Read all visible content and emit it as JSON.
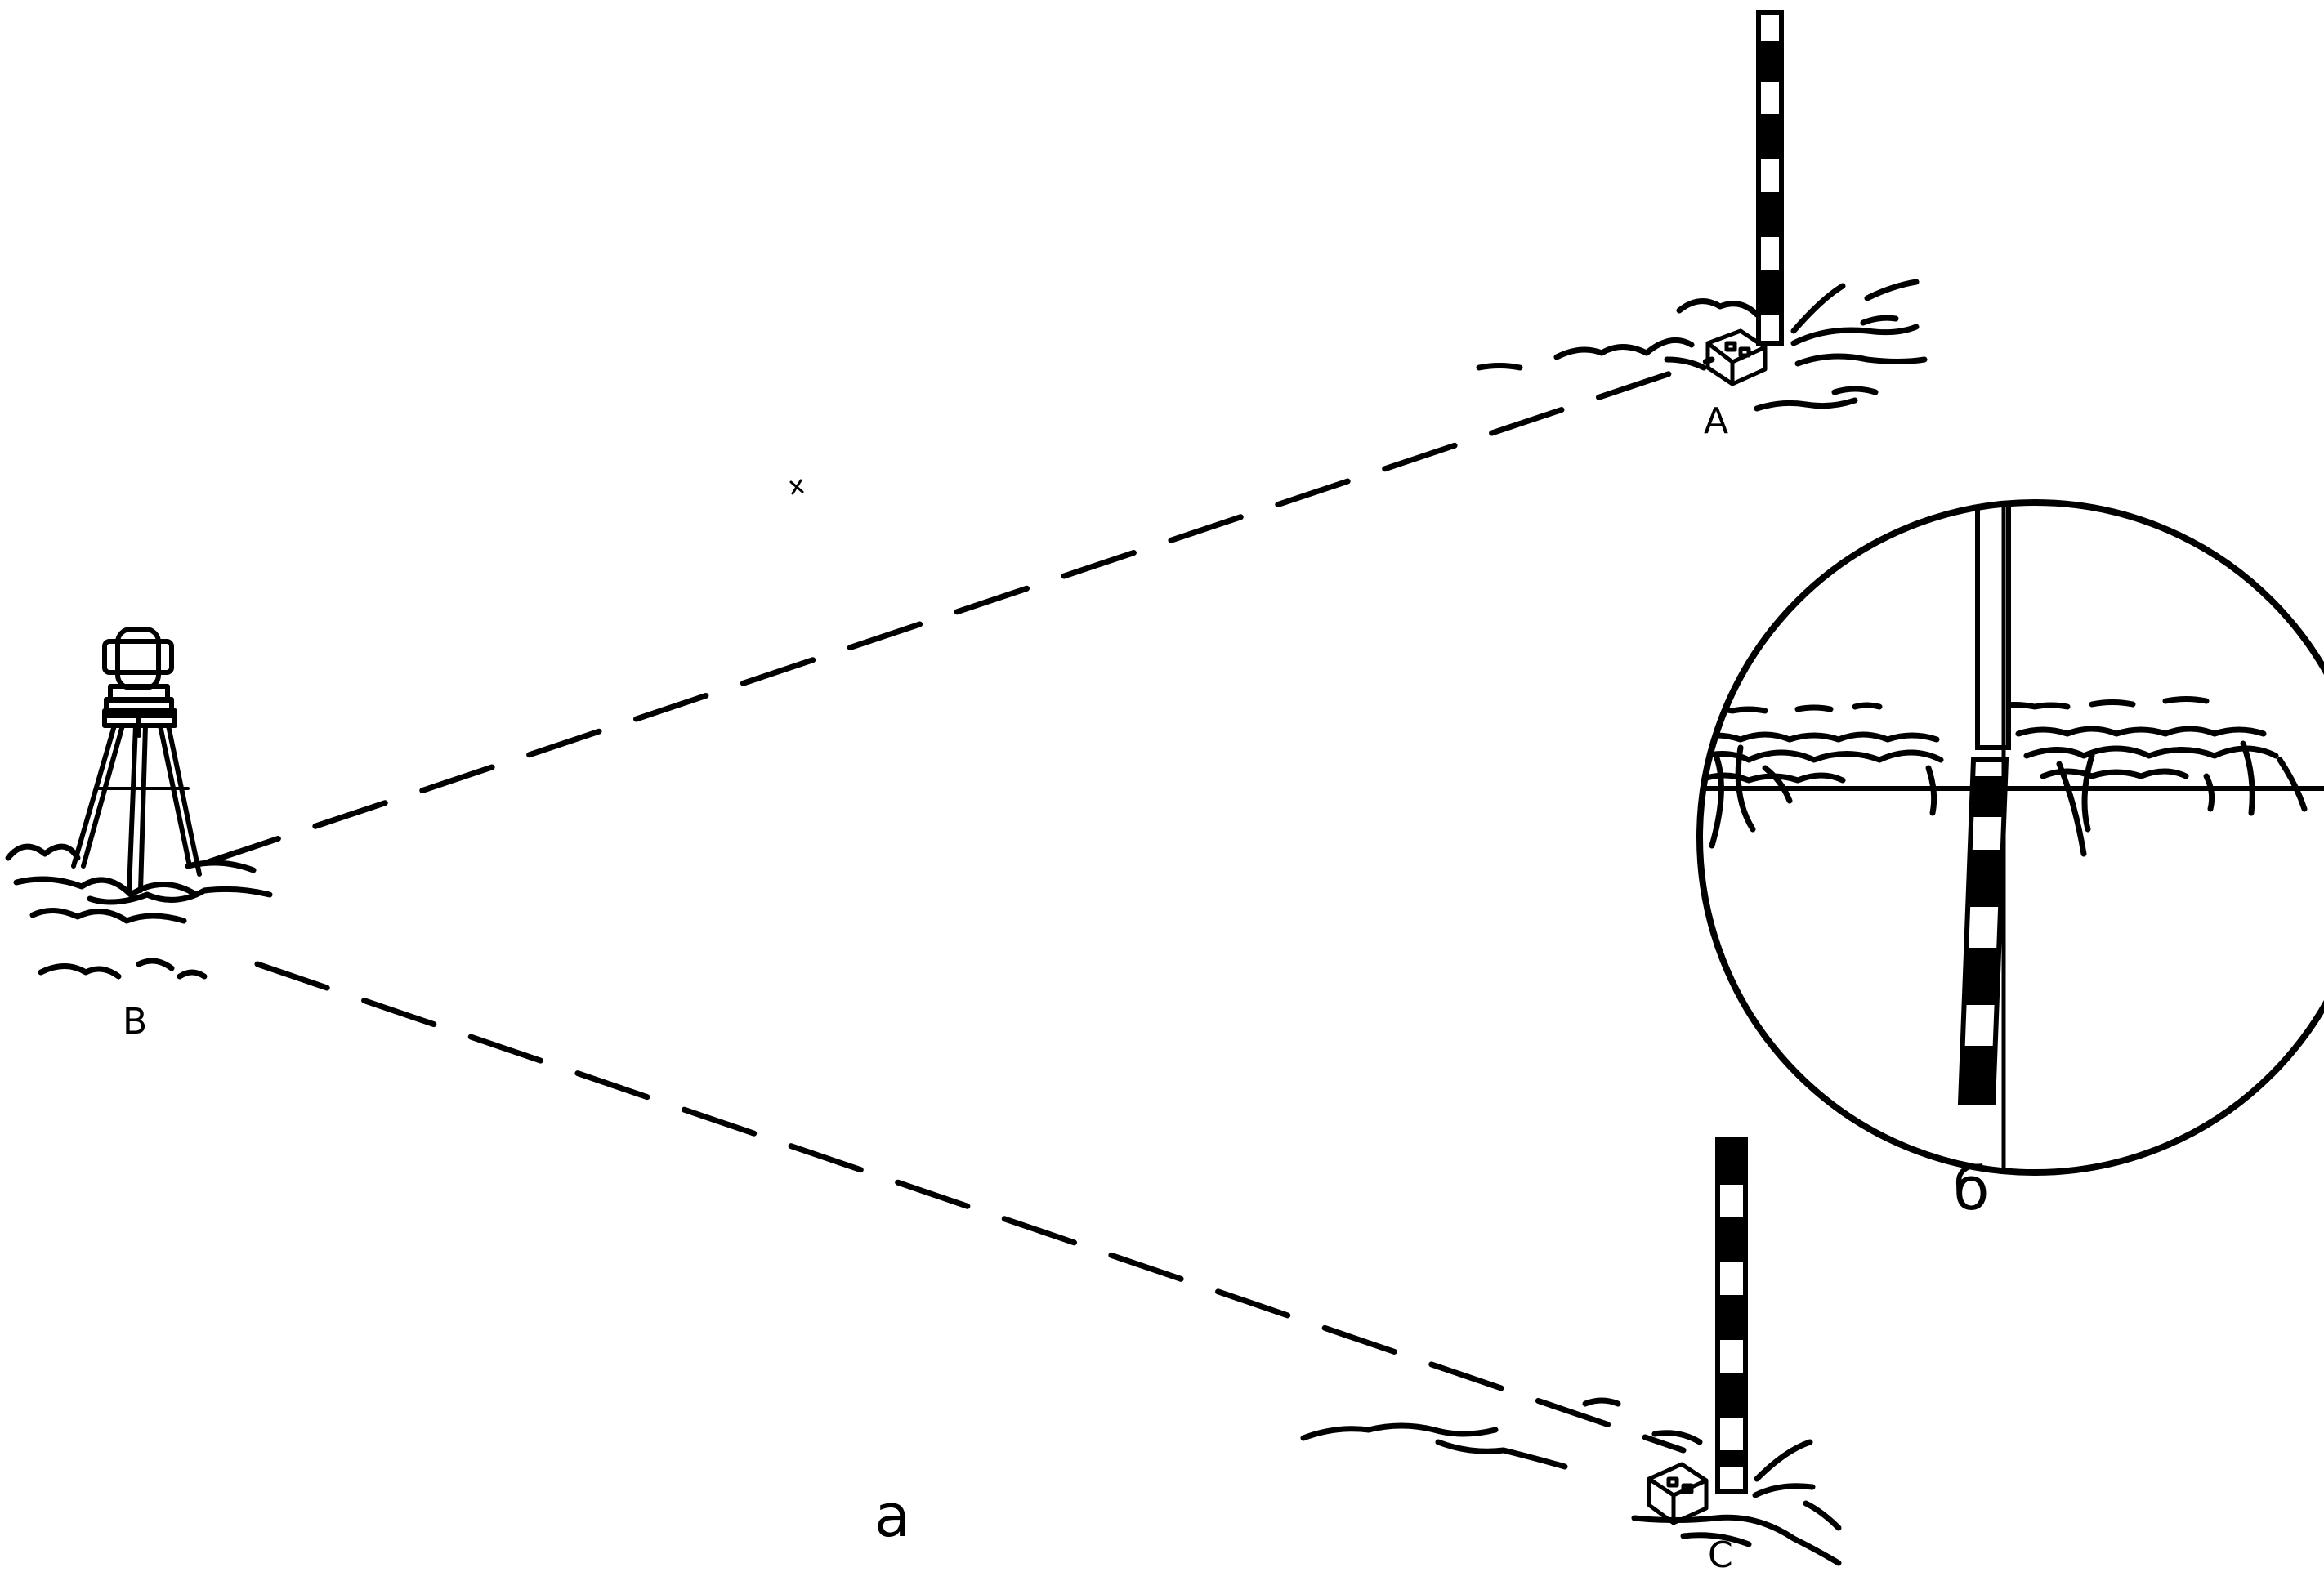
{
  "labels": {
    "point_a": "A",
    "point_b": "B",
    "point_c": "C",
    "part_a": "a",
    "part_b": "б"
  },
  "colors": {
    "ink": "#000000",
    "paper": "#ffffff"
  },
  "icons": {
    "instrument": "theodolite-on-tripod-icon",
    "target_a": "ranging-pole-icon",
    "target_c": "ranging-pole-icon",
    "marker_a": "survey-peg-icon",
    "marker_c": "survey-peg-icon"
  }
}
